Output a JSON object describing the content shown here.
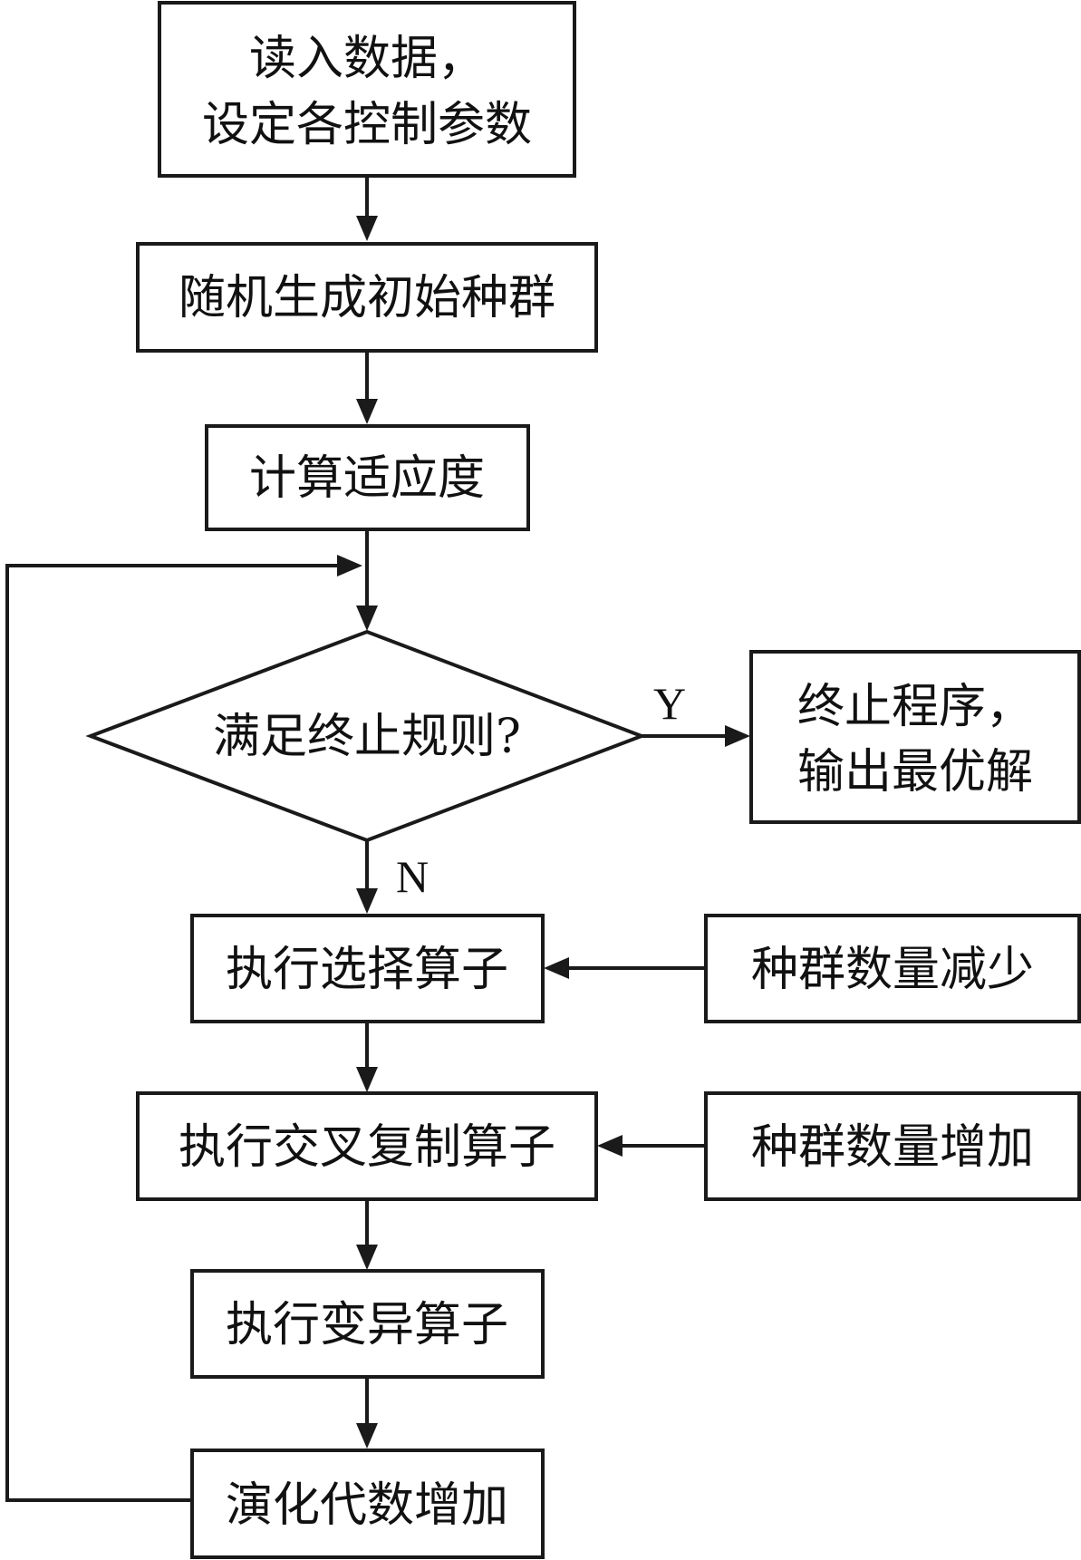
{
  "flowchart": {
    "start_box": {
      "line1": "读入数据，",
      "line2": "设定各控制参数"
    },
    "init_population": "随机生成初始种群",
    "compute_fitness": "计算适应度",
    "decision": "满足终止规则?",
    "yes_label": "Y",
    "no_label": "N",
    "terminate_box": {
      "line1": "终止程序，",
      "line2": "输出最优解"
    },
    "selection": "执行选择算子",
    "population_decrease": "种群数量减少",
    "crossover": "执行交叉复制算子",
    "population_increase": "种群数量增加",
    "mutation": "执行变异算子",
    "generation_increase": "演化代数增加"
  }
}
